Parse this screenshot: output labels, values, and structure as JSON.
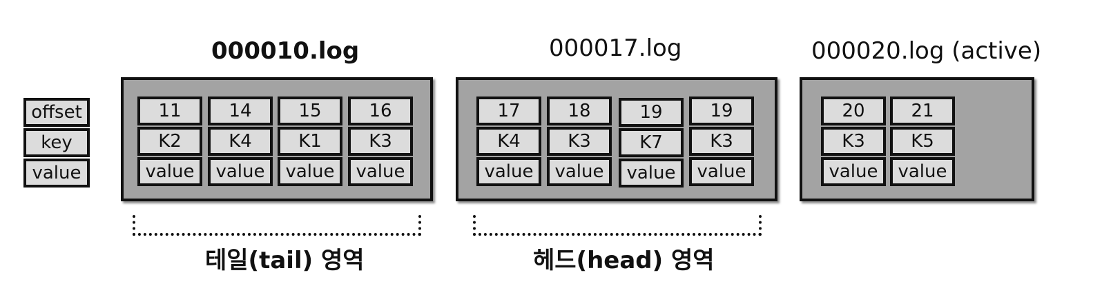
{
  "legend": {
    "offset": "offset",
    "key": "key",
    "value": "value"
  },
  "segments": [
    {
      "title": "000010.log",
      "records": [
        {
          "offset": "11",
          "key": "K2",
          "value": "value"
        },
        {
          "offset": "14",
          "key": "K4",
          "value": "value"
        },
        {
          "offset": "15",
          "key": "K1",
          "value": "value"
        },
        {
          "offset": "16",
          "key": "K3",
          "value": "value"
        }
      ]
    },
    {
      "title": "000017.log",
      "records": [
        {
          "offset": "17",
          "key": "K4",
          "value": "value"
        },
        {
          "offset": "18",
          "key": "K3",
          "value": "value"
        },
        {
          "offset": "19",
          "key": "K7",
          "value": "value"
        },
        {
          "offset": "19",
          "key": "K3",
          "value": "value"
        }
      ]
    },
    {
      "title": "000020.log (active)",
      "records": [
        {
          "offset": "20",
          "key": "K3",
          "value": "value"
        },
        {
          "offset": "21",
          "key": "K5",
          "value": "value"
        }
      ]
    }
  ],
  "regions": {
    "tail": "테일(tail) 영역",
    "head": "헤드(head) 영역"
  }
}
